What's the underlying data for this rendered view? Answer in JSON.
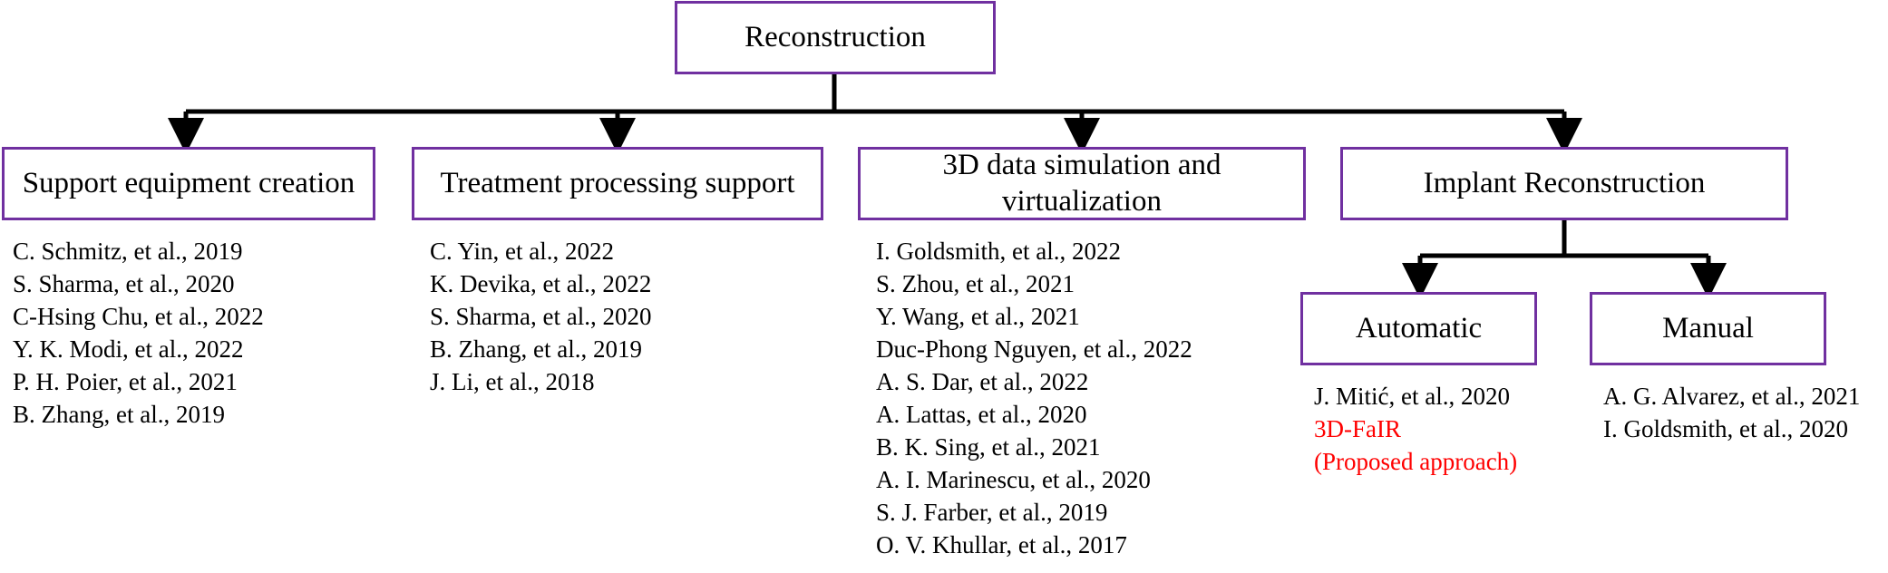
{
  "root": {
    "label": "Reconstruction"
  },
  "categories": [
    {
      "label": "Support equipment creation",
      "refs": [
        "C. Schmitz, et al., 2019",
        "S. Sharma, et al., 2020",
        "C-Hsing Chu, et al., 2022",
        "Y. K. Modi, et al., 2022",
        "P. H. Poier, et al., 2021",
        "B. Zhang, et al., 2019"
      ]
    },
    {
      "label": "Treatment processing support",
      "refs": [
        "C. Yin, et al., 2022",
        "K. Devika, et al., 2022",
        "S. Sharma, et al., 2020",
        "B. Zhang, et al., 2019",
        "J. Li, et al., 2018"
      ]
    },
    {
      "label_line1": "3D data simulation and",
      "label_line2": "virtualization",
      "refs": [
        "I. Goldsmith, et al., 2022",
        "S. Zhou, et al., 2021",
        "Y. Wang, et al., 2021",
        "Duc-Phong Nguyen, et al., 2022",
        "A. S. Dar, et al., 2022",
        "A. Lattas, et al., 2020",
        "B. K. Sing, et al., 2021",
        "A. I. Marinescu, et al., 2020",
        "S. J. Farber, et al., 2019",
        "O. V. Khullar, et al., 2017"
      ]
    },
    {
      "label": "Implant Reconstruction",
      "children": [
        {
          "label": "Automatic",
          "refs": [
            "J. Mitić, et al., 2020"
          ],
          "highlight": [
            "3D-FaIR",
            "(Proposed approach)"
          ],
          "highlight_color": "#ff0000"
        },
        {
          "label": "Manual",
          "refs": [
            "A. G. Alvarez, et al., 2021",
            "I. Goldsmith, et al., 2020"
          ]
        }
      ]
    }
  ],
  "colors": {
    "box_border": "#7030a0",
    "arrow": "#000000",
    "highlight": "#ff0000"
  }
}
